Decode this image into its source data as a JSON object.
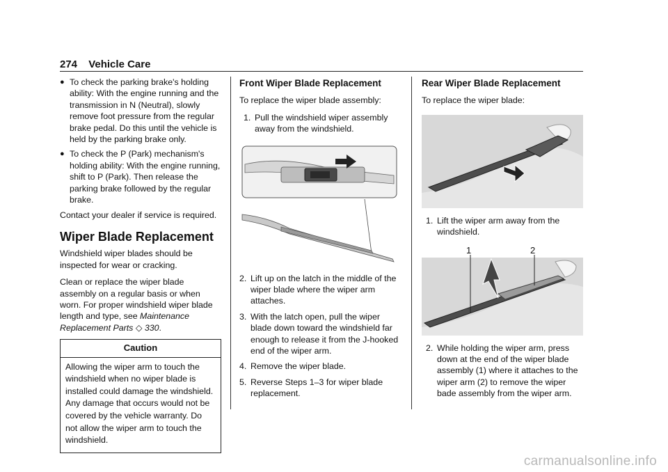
{
  "header": {
    "page_number": "274",
    "section": "Vehicle Care"
  },
  "col1": {
    "bullets": [
      "To check the parking brake's holding ability: With the engine running and the transmission in N (Neutral), slowly remove foot pressure from the regular brake pedal. Do this until the vehicle is held by the parking brake only.",
      "To check the P (Park) mechanism's holding ability: With the engine running, shift to P (Park). Then release the parking brake followed by the regular brake."
    ],
    "contact": "Contact your dealer if service is required.",
    "heading": "Wiper Blade Replacement",
    "para1": "Windshield wiper blades should be inspected for wear or cracking.",
    "para2_text": "Clean or replace the wiper blade assembly on a regular basis or when worn. For proper windshield wiper blade length and type, see ",
    "para2_link": "Maintenance Replacement Parts",
    "para2_ref": "330",
    "para2_end": ".",
    "caution": {
      "title": "Caution",
      "body": "Allowing the wiper arm to touch the windshield when no wiper blade is installed could damage the windshield. Any damage that occurs would not be covered by the vehicle warranty. Do not allow the wiper arm to touch the windshield."
    }
  },
  "col2": {
    "heading": "Front Wiper Blade Replacement",
    "intro": "To replace the wiper blade assembly:",
    "step1_n": "1.",
    "step1": "Pull the windshield wiper assembly away from the windshield.",
    "steps": [
      {
        "n": "2.",
        "text": "Lift up on the latch in the middle of the wiper blade where the wiper arm attaches."
      },
      {
        "n": "3.",
        "text": "With the latch open, pull the wiper blade down toward the windshield far enough to release it from the J-hooked end of the wiper arm."
      },
      {
        "n": "4.",
        "text": "Remove the wiper blade."
      },
      {
        "n": "5.",
        "text": "Reverse Steps 1–3 for wiper blade replacement."
      }
    ]
  },
  "col3": {
    "heading": "Rear Wiper Blade Replacement",
    "intro": "To replace the wiper blade:",
    "step1_n": "1.",
    "step1": "Lift the wiper arm away from the windshield.",
    "label1": "1",
    "label2": "2",
    "step2_n": "2.",
    "step2": "While holding the wiper arm, press down at the end of the wiper blade assembly (1) where it attaches to the wiper arm (2) to remove the wiper bade assembly from the wiper arm."
  },
  "watermark": "carmanualsonline.info"
}
